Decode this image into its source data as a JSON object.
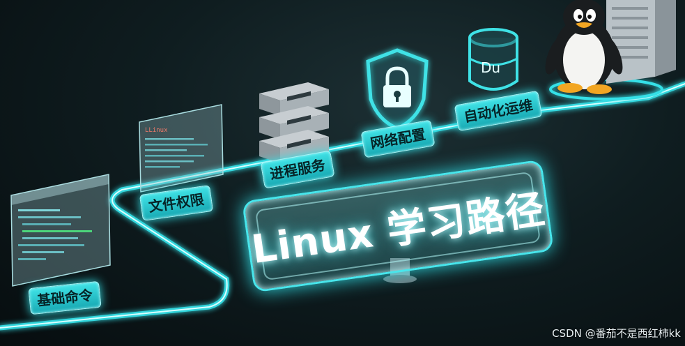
{
  "title": "Linux 学习路径",
  "stages": [
    {
      "label": "基础命令",
      "icon": "terminal-window-icon"
    },
    {
      "label": "文件权限",
      "icon": "code-editor-panel-icon"
    },
    {
      "label": "进程服务",
      "icon": "server-rack-icon"
    },
    {
      "label": "网络配置",
      "icon": "shield-lock-icon"
    },
    {
      "label": "自动化运维",
      "icon": "database-icon"
    }
  ],
  "panel_header_text": "LLinux",
  "database_label": "Du",
  "mascot": "tux-penguin-icon",
  "watermark": "CSDN @番茄不是西红柿kk",
  "colors": {
    "accent": "#3fe2e6",
    "background": "#0f1d20",
    "path_glow": "#34e0e7"
  }
}
